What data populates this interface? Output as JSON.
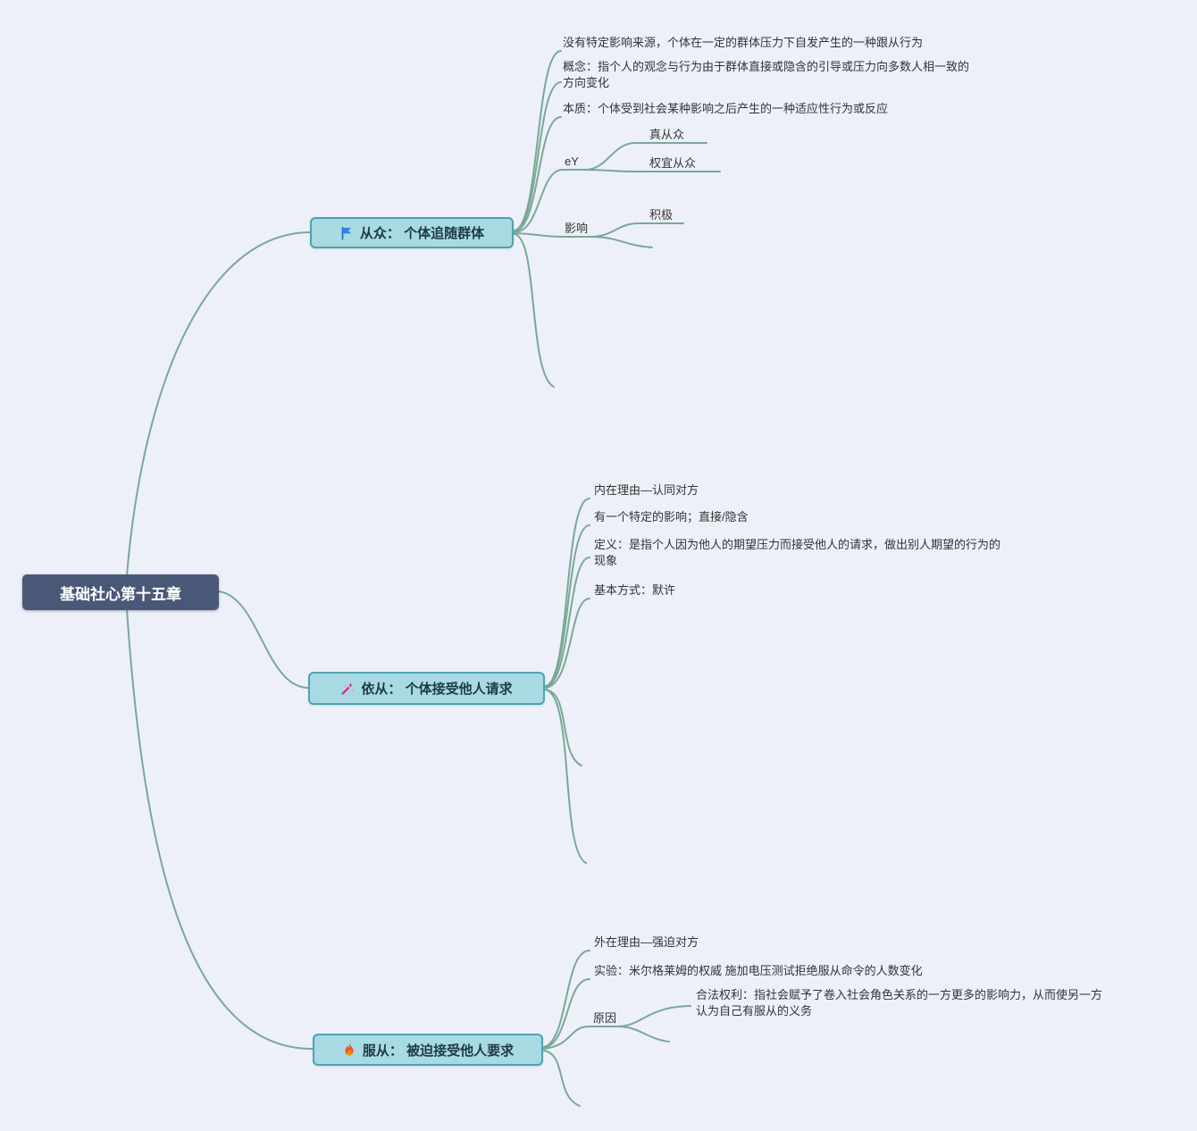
{
  "root": {
    "label": "基础社心第十五章"
  },
  "topics": [
    {
      "label": "从众： 个体追随群体",
      "icon": "flag-icon",
      "notes": [
        "没有特定影响来源，个体在一定的群体压力下自发产生的一种跟从行为",
        "概念：指个人的观念与行为由于群体直接或隐含的引导或压力向多数人相一致的方向变化",
        "本质：个体受到社会某种影响之后产生的一种适应性行为或反应"
      ],
      "subnodes": [
        {
          "label": "eY",
          "children": [
            "真从众",
            "权宜从众"
          ]
        },
        {
          "label": "影响",
          "children": [
            "积极"
          ]
        }
      ]
    },
    {
      "label": "依从： 个体接受他人请求",
      "icon": "wand-icon",
      "notes": [
        "内在理由—认同对方",
        "有一个特定的影响；直接/隐含",
        "定义：是指个人因为他人的期望压力而接受他人的请求，做出别人期望的行为的现象",
        "基本方式：默许"
      ],
      "subnodes": []
    },
    {
      "label": "服从： 被迫接受他人要求",
      "icon": "flame-icon",
      "notes": [
        "外在理由—强迫对方",
        "实验：米尔格莱姆的权威 施加电压测试拒绝服从命令的人数变化"
      ],
      "subnodes": [
        {
          "label": "原因",
          "children": [
            "合法权利：指社会赋予了卷入社会角色关系的一方更多的影响力，从而使另一方认为自己有服从的义务"
          ]
        }
      ]
    }
  ],
  "colors": {
    "background": "#edf0f9",
    "connector": "#7aa896",
    "root_bg": "#4a5878",
    "root_text": "#ffffff",
    "topic_bg": "#a7dae2",
    "topic_border": "#4fa3b0",
    "note_text": "#333333",
    "flag": "#2e86eb",
    "wand": "#e0218a",
    "flame": "#f4511e"
  }
}
